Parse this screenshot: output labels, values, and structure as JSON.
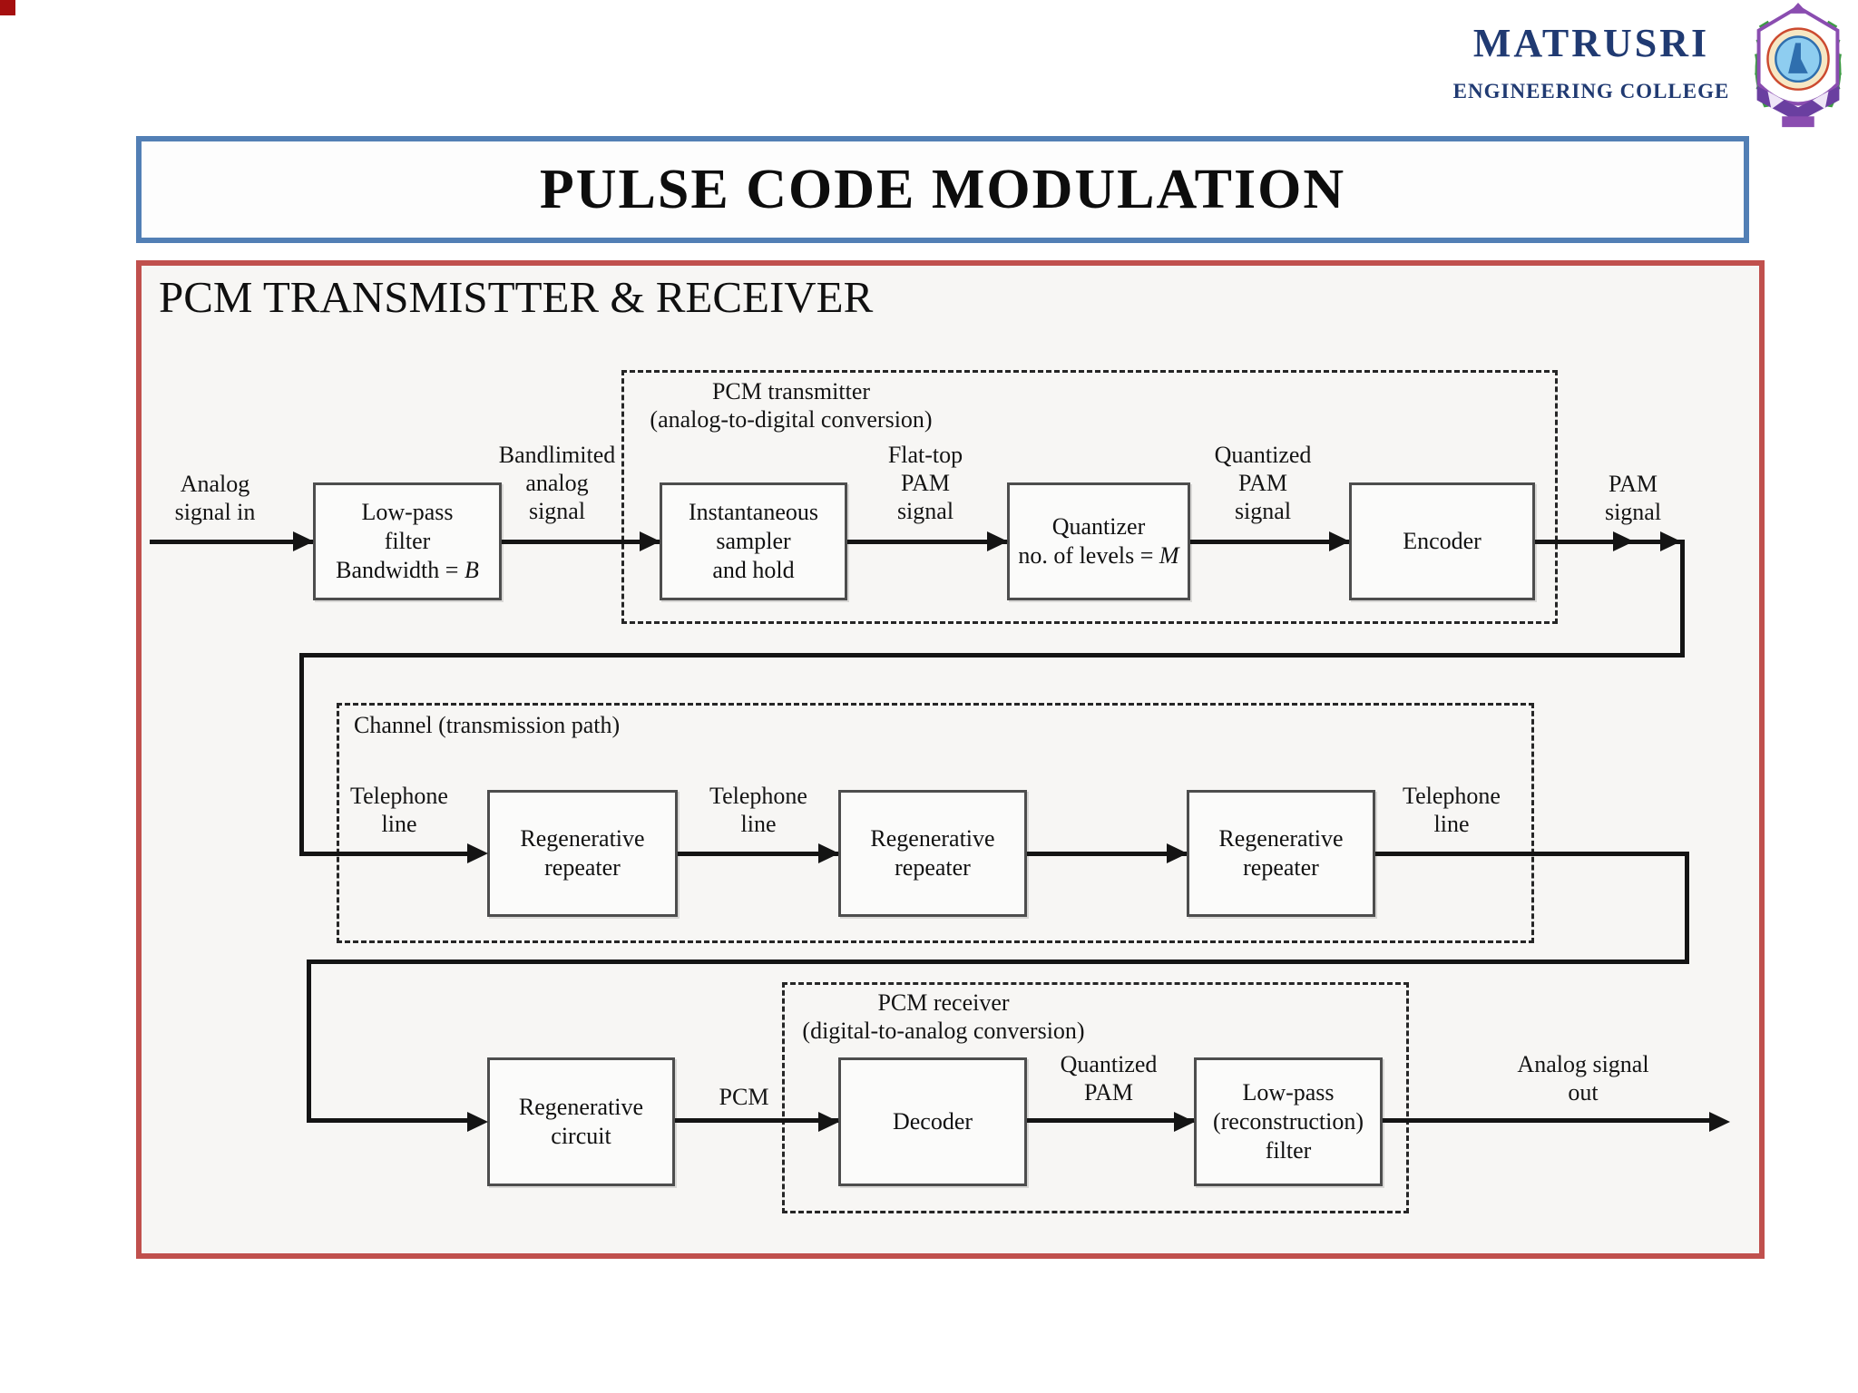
{
  "logo": {
    "title": "MATRUSRI",
    "subtitle": "ENGINEERING COLLEGE"
  },
  "slide_title": "PULSE CODE MODULATION",
  "section_heading": "PCM TRANSMISTTER & RECEIVER",
  "colors": {
    "title_border": "#527fb5",
    "content_border": "#c0504d",
    "logo_text": "#203a72",
    "flow_line": "#141414"
  },
  "diagram": {
    "groups": {
      "transmitter": {
        "title": "PCM transmitter",
        "subtitle": "(analog-to-digital conversion)"
      },
      "channel": {
        "title": "Channel (transmission path)"
      },
      "receiver": {
        "title": "PCM receiver",
        "subtitle": "(digital-to-analog conversion)"
      }
    },
    "blocks": {
      "lowpass": {
        "l1": "Low-pass",
        "l2": "filter",
        "l3_prefix": "Bandwidth = ",
        "l3_var": "B"
      },
      "sampler": {
        "l1": "Instantaneous",
        "l2": "sampler",
        "l3": "and hold"
      },
      "quantizer": {
        "l1": "Quantizer",
        "l2_prefix": "no. of levels = ",
        "l2_var": "M"
      },
      "encoder": {
        "l1": "Encoder"
      },
      "repeater": {
        "l1": "Regenerative",
        "l2": "repeater"
      },
      "regen_circuit": {
        "l1": "Regenerative",
        "l2": "circuit"
      },
      "decoder": {
        "l1": "Decoder"
      },
      "recon_filter": {
        "l1": "Low-pass",
        "l2": "(reconstruction)",
        "l3": "filter"
      }
    },
    "labels": {
      "analog_in": {
        "l1": "Analog",
        "l2": "signal in"
      },
      "bandlimited": {
        "l1": "Bandlimited",
        "l2": "analog",
        "l3": "signal"
      },
      "flattop": {
        "l1": "Flat-top",
        "l2": "PAM",
        "l3": "signal"
      },
      "quantized_pam_signal": {
        "l1": "Quantized",
        "l2": "PAM",
        "l3": "signal"
      },
      "pam_signal": {
        "l1": "PAM",
        "l2": "signal"
      },
      "telephone": {
        "l1": "Telephone",
        "l2": "line"
      },
      "pcm": "PCM",
      "quantized_pam": {
        "l1": "Quantized",
        "l2": "PAM"
      },
      "analog_out": {
        "l1": "Analog signal",
        "l2": "out"
      }
    }
  }
}
